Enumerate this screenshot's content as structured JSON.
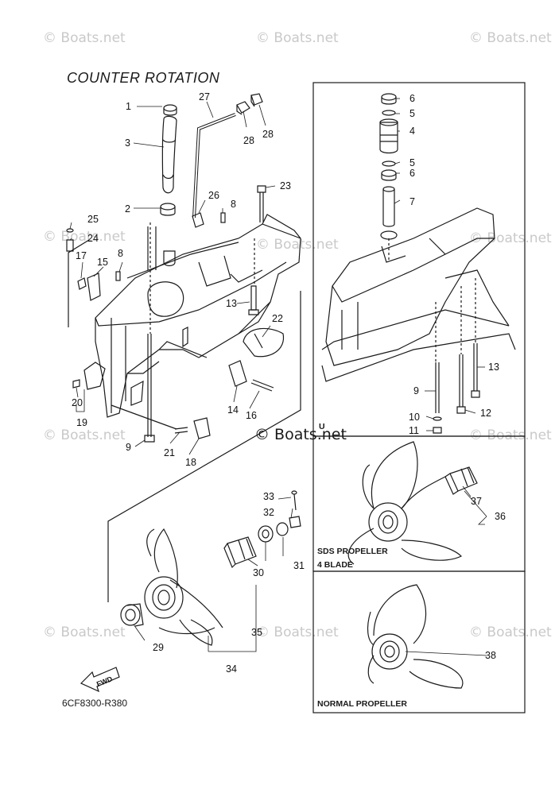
{
  "diagram": {
    "title": "COUNTER ROTATION",
    "code": "6CF8300-R380",
    "watermark": "© Boats.net",
    "fwd_label": "FWD",
    "variant_label": "U",
    "sds_label_1": "SDS PROPELLER",
    "sds_label_2": "4 BLADE",
    "normal_label": "NORMAL PROPELLER",
    "callouts": [
      "1",
      "2",
      "3",
      "4",
      "5",
      "6",
      "7",
      "8",
      "9",
      "10",
      "11",
      "12",
      "13",
      "14",
      "15",
      "16",
      "17",
      "18",
      "19",
      "20",
      "21",
      "22",
      "23",
      "24",
      "25",
      "26",
      "27",
      "28",
      "29",
      "30",
      "31",
      "32",
      "33",
      "34",
      "35",
      "36",
      "37",
      "38"
    ]
  }
}
